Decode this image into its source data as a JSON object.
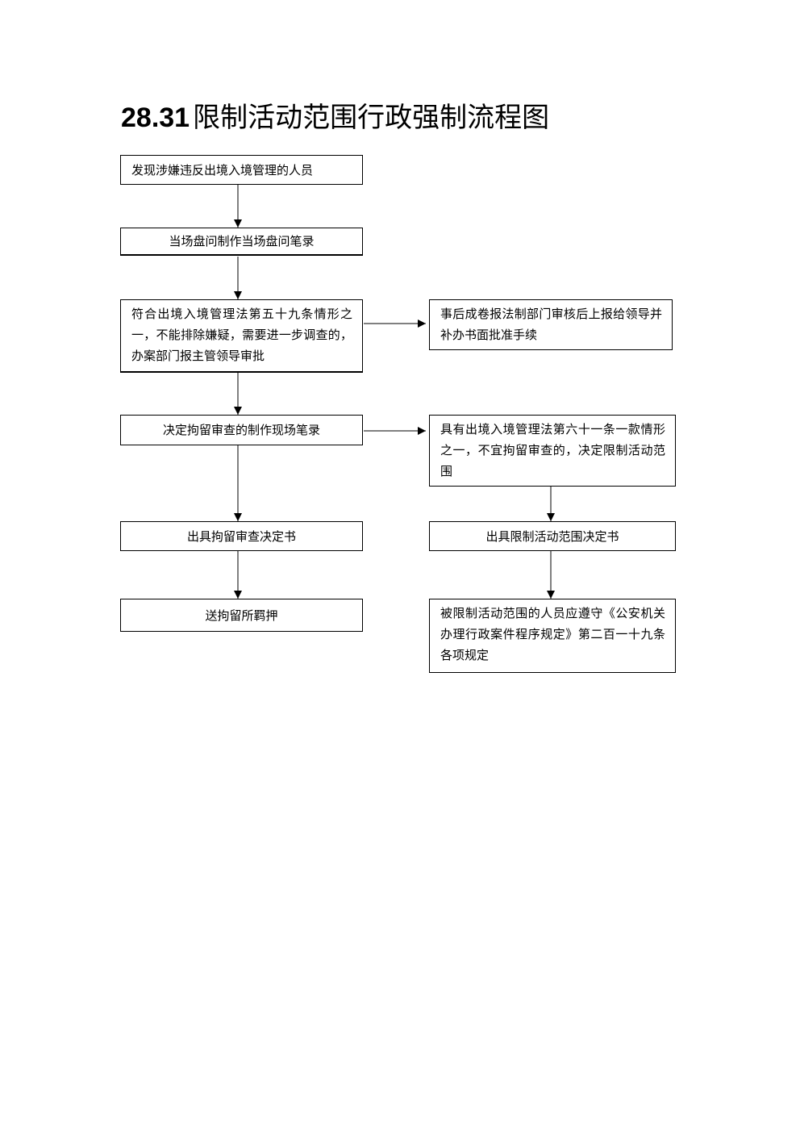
{
  "title": {
    "number": "28.31",
    "text": "限制活动范围行政强制流程图"
  },
  "steps": {
    "discover": "发现涉嫌违反出境入境管理的人员",
    "interrogate": "当场盘问制作当场盘问笔录",
    "meets_art59": "符合出境入境管理法第五十九条情形之一，不能排除嫌疑，需要进一步调查的，办案部门报主管领导审批",
    "post_approval": "事后成卷报法制部门审核后上报给领导并补办书面批准手续",
    "decide_detention": "决定拘留审查的制作现场笔录",
    "meets_art61": "具有出境入境管理法第六十一条一款情形之一，不宜拘留审查的，决定限制活动范围",
    "issue_detention_decision": "出具拘留审查决定书",
    "issue_restriction_decision": "出具限制活动范围决定书",
    "send_to_detention": "送拘留所羁押",
    "comply_rules": "被限制活动范围的人员应遵守《公安机关办理行政案件程序规定》第二百一十九条各项规定"
  }
}
